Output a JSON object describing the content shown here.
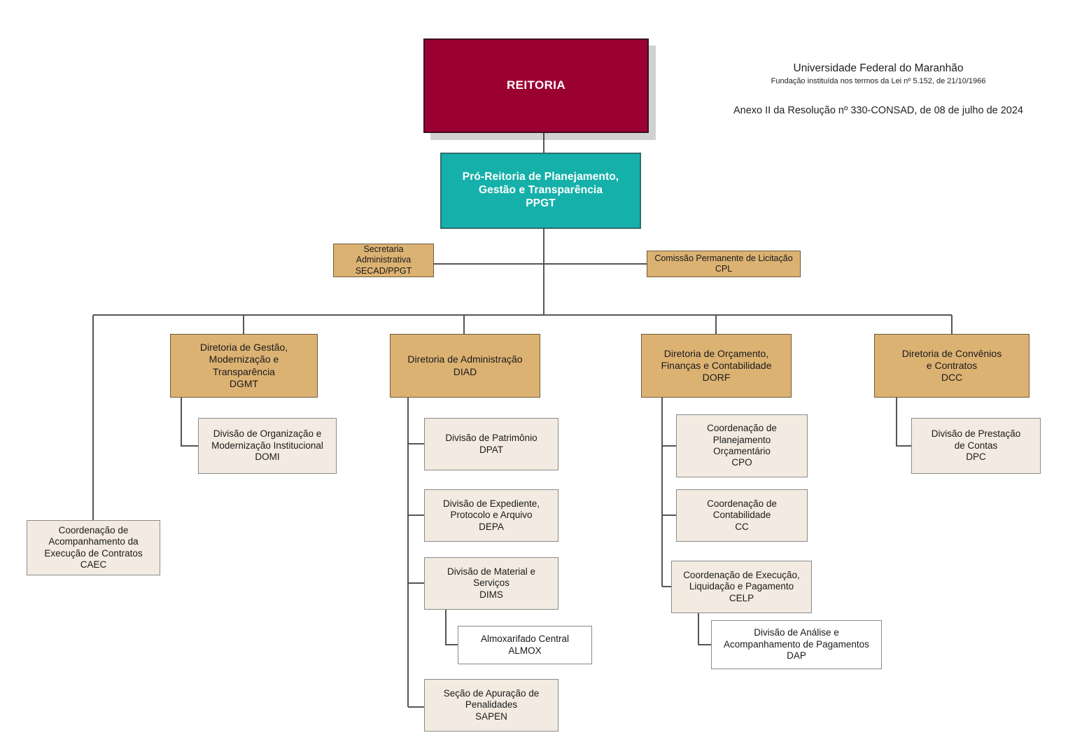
{
  "document": {
    "header": {
      "institution": "Universidade Federal do Maranhão",
      "foundation_note": "Fundação instituída nos termos da Lei nº 5.152, de 21/10/1966",
      "resolution": "Anexo II da Resolução nº 330-CONSAD, de 08 de julho de 2024"
    },
    "colors": {
      "reitoria": "#9B0033",
      "ppgt": "#16B0AA",
      "directorate": "#DCB273",
      "division": "#F3EBE1",
      "subdivision": "#FFFFFF",
      "connector": "#555555",
      "shadow": "rgba(0,0,0,0.18)"
    }
  },
  "nodes": {
    "reitoria": {
      "label": "REITORIA"
    },
    "ppgt": {
      "label": "Pró-Reitoria de Planejamento,\nGestão e Transparência\nPPGT"
    },
    "secad": {
      "label": "Secretaria\nAdministrativa\nSECAD/PPGT"
    },
    "cpl": {
      "label": "Comissão Permanente de Licitação\nCPL"
    },
    "caec": {
      "label": "Coordenação de\nAcompanhamento da\nExecução de Contratos\nCAEC"
    },
    "dgmt": {
      "label": "Diretoria de Gestão,\nModernização e\nTransparência\nDGMT"
    },
    "domi": {
      "label": "Divisão de Organização e\nModernização Institucional\nDOMI"
    },
    "diad": {
      "label": "Diretoria de Administração\nDIAD"
    },
    "dpat": {
      "label": "Divisão de Patrimônio\nDPAT"
    },
    "depa": {
      "label": "Divisão de Expediente,\nProtocolo e Arquivo\nDEPA"
    },
    "dims": {
      "label": "Divisão de Material e\nServiços\nDIMS"
    },
    "almox": {
      "label": "Almoxarifado Central\nALMOX"
    },
    "sapen": {
      "label": "Seção de Apuração de\nPenalidades\nSAPEN"
    },
    "dorf": {
      "label": "Diretoria de Orçamento,\nFinanças e Contabilidade\nDORF"
    },
    "cpo": {
      "label": "Coordenação de\nPlanejamento\nOrçamentário\nCPO"
    },
    "cc": {
      "label": "Coordenação de\nContabilidade\nCC"
    },
    "celp": {
      "label": "Coordenação de Execução,\nLiquidação e Pagamento\nCELP"
    },
    "dap": {
      "label": "Divisão de Análise e\nAcompanhamento de Pagamentos\nDAP"
    },
    "dcc": {
      "label": "Diretoria de Convênios\ne Contratos\nDCC"
    },
    "dpc": {
      "label": "Divisão de Prestação\nde Contas\nDPC"
    }
  }
}
